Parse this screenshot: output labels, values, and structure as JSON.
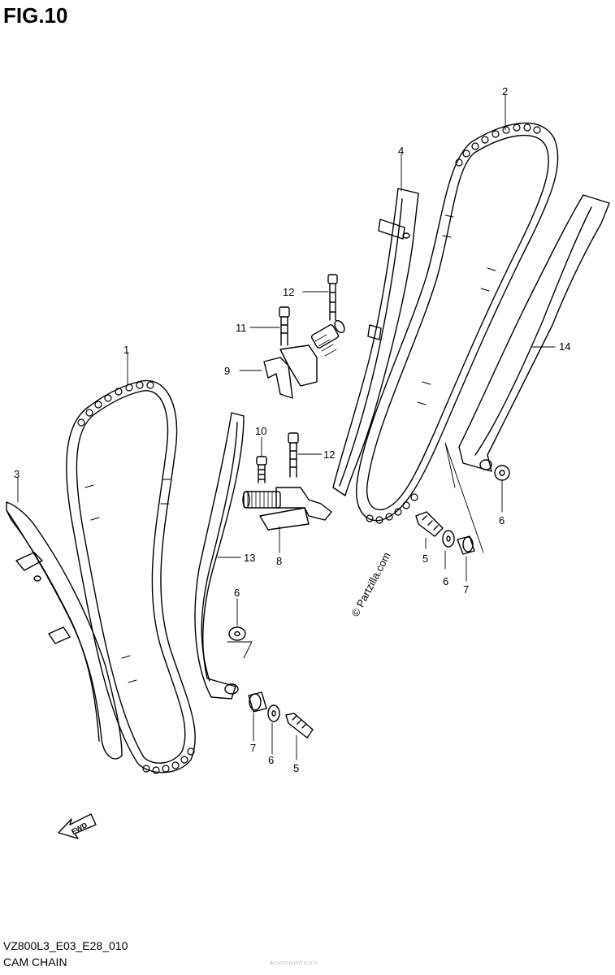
{
  "figure": {
    "title": "FIG.10",
    "diagram_code": "VZ800L3_E03_E28_010",
    "caption": "CAM CHAIN",
    "watermark": "© Partzilla.com",
    "fwd_label": "FWD",
    "fine_print": "Ⓢ ☐ ☐ ☐ ☐ ☐ ☐ ☐ ☐ ☐"
  },
  "callouts": [
    {
      "id": "c1",
      "label": "1"
    },
    {
      "id": "c2",
      "label": "2"
    },
    {
      "id": "c3",
      "label": "3"
    },
    {
      "id": "c4",
      "label": "4"
    },
    {
      "id": "c5a",
      "label": "5"
    },
    {
      "id": "c5b",
      "label": "5"
    },
    {
      "id": "c6a",
      "label": "6"
    },
    {
      "id": "c6b",
      "label": "6"
    },
    {
      "id": "c6c",
      "label": "6"
    },
    {
      "id": "c6d",
      "label": "6"
    },
    {
      "id": "c7a",
      "label": "7"
    },
    {
      "id": "c7b",
      "label": "7"
    },
    {
      "id": "c8",
      "label": "8"
    },
    {
      "id": "c9",
      "label": "9"
    },
    {
      "id": "c10",
      "label": "10"
    },
    {
      "id": "c11",
      "label": "11"
    },
    {
      "id": "c12a",
      "label": "12"
    },
    {
      "id": "c12b",
      "label": "12"
    },
    {
      "id": "c13",
      "label": "13"
    },
    {
      "id": "c14",
      "label": "14"
    }
  ]
}
